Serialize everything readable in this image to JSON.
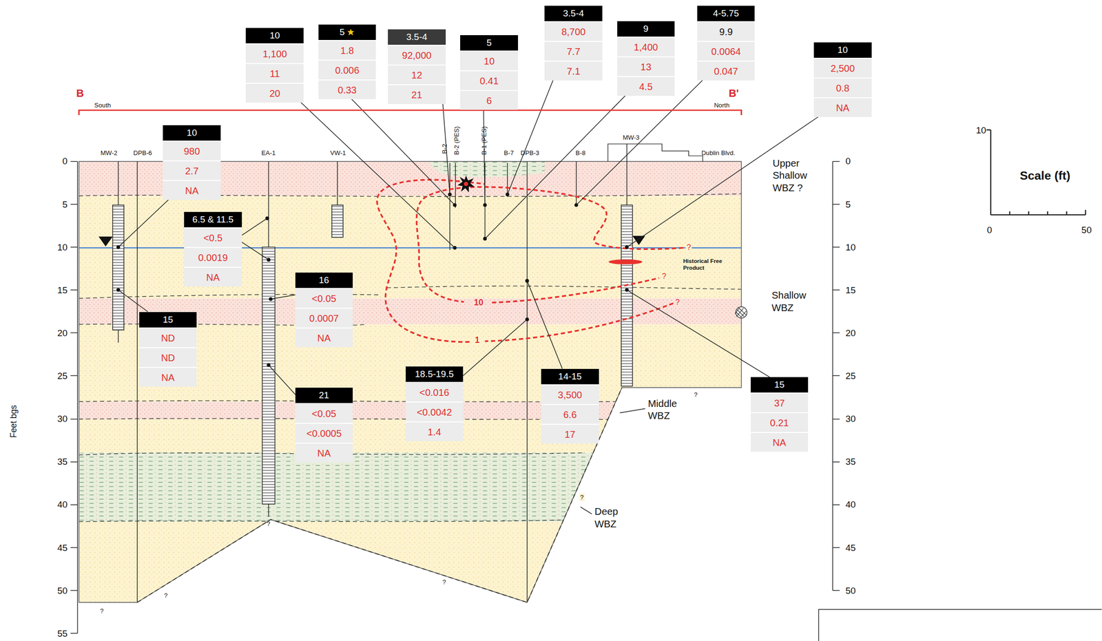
{
  "diagram": {
    "nodes": [
      {
        "text": [
          "10",
          "1,100",
          "11",
          "20"
        ]
      },
      {
        "text": [
          "5",
          "1.8",
          "0.006",
          "0.33"
        ]
      },
      {
        "text": [
          "3.5-4",
          "92,000",
          "12",
          "21"
        ]
      },
      {
        "text": [
          "5",
          "10",
          "0.41",
          "6"
        ]
      },
      {
        "text": [
          "3.5-4",
          "8,700",
          "7.7",
          "7.1"
        ]
      },
      {
        "text": [
          "9",
          "1,400",
          "13",
          "4.5"
        ]
      },
      {
        "text": [
          "4-5.75",
          "9.9",
          "0.0064",
          "0.047"
        ]
      },
      {
        "text": [
          "10",
          "2,500",
          "0.8",
          "NA"
        ]
      },
      {
        "text": [
          "10",
          "980",
          "2.7",
          "NA"
        ]
      },
      {
        "text": [
          "6.5 & 11.5",
          "<0.5",
          "0.0019",
          "NA"
        ]
      },
      {
        "text": [
          "15",
          "ND",
          "ND",
          "NA"
        ]
      },
      {
        "text": [
          "16",
          "<0.05",
          "0.0007",
          "NA"
        ]
      },
      {
        "text": [
          "18.5-19.5",
          "<0.016",
          "<0.0042",
          "1.4"
        ]
      },
      {
        "text": [
          "14-15",
          "3,500",
          "6.6",
          "17"
        ]
      },
      {
        "text": [
          "21",
          "<0.05",
          "<0.0005",
          "NA"
        ]
      },
      {
        "text": [
          "15",
          "37",
          "0.21",
          "NA"
        ]
      }
    ],
    "labels": [
      "B",
      "South",
      "B'",
      "North",
      "MW-2",
      "DPB-6",
      "EA-1",
      "VW-1",
      "B-2",
      "B-2 (PES)",
      "B-1 (PES)",
      "B-7",
      "DPB-3",
      "B-8",
      "MW-3",
      "Dublin Blvd.",
      "Upper Shallow WBZ ?",
      "Shallow WBZ",
      "Middle WBZ",
      "Deep WBZ",
      "Historical Free Product",
      "10",
      "1",
      "?",
      "?",
      "?",
      "?",
      "?",
      "?",
      "?",
      "?",
      "?",
      "0",
      "5",
      "10",
      "15",
      "20",
      "25",
      "30",
      "35",
      "40",
      "45",
      "50",
      "55",
      "0",
      "5",
      "10",
      "15",
      "20",
      "25",
      "30",
      "35",
      "40",
      "45",
      "50",
      "Feet bgs",
      "Scale (ft)",
      "10",
      "0",
      "50"
    ]
  }
}
